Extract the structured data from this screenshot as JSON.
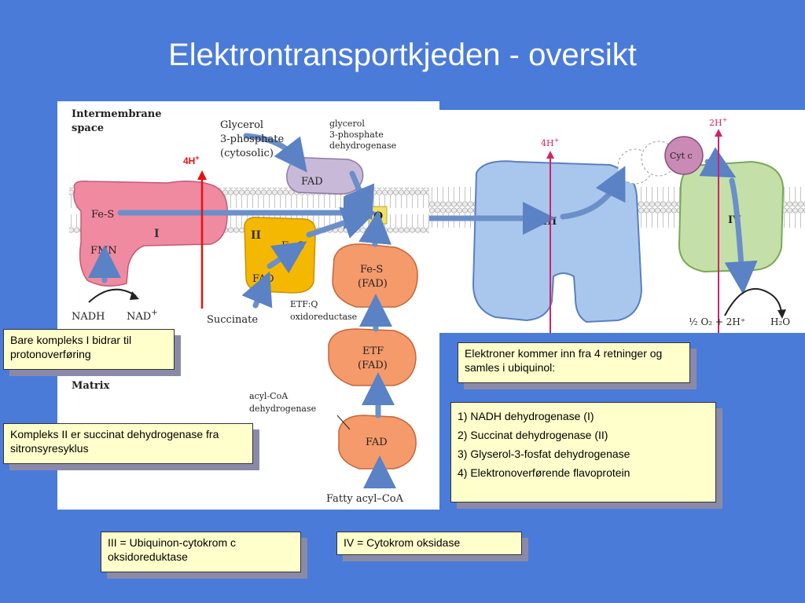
{
  "title": "Elektrontransportkjeden - oversikt",
  "diagram": {
    "intermembrane_label_1": "Intermembrane",
    "intermembrane_label_2": "space",
    "matrix_label": "Matrix",
    "proton_left": "4H",
    "proton_left_sup": "+",
    "proton_mid": "4H",
    "proton_mid_sup": "+",
    "proton_right": "2H",
    "proton_right_sup": "+",
    "glycerol_1": "Glycerol",
    "glycerol_2": "3-phosphate",
    "glycerol_3": "(cytosolic)",
    "g3pdh_1": "glycerol",
    "g3pdh_2": "3-phosphate",
    "g3pdh_3": "dehydrogenase",
    "fad_top": "FAD",
    "fes_I": "Fe-S",
    "fmn": "FMN",
    "complex_I": "I",
    "complex_II": "II",
    "fes_II": "Fe-S",
    "fad_II": "FAD",
    "q": "Q",
    "nadh": "NADH",
    "nad": "NAD",
    "nad_sup": "+",
    "succinate": "Succinate",
    "etfq_fes": "Fe-S",
    "etfq_fad": "(FAD)",
    "etfq_label_1": "ETF:Q",
    "etfq_label_2": "oxidoreductase",
    "etf": "ETF",
    "etf_fad": "(FAD)",
    "acyl_1": "acyl-CoA",
    "acyl_2": "dehydrogenase",
    "fad_bottom": "FAD",
    "fatty": "Fatty acyl–CoA",
    "complex_III": "III",
    "complex_IV": "IV",
    "cytc": "Cyt c",
    "reaction": "½ O₂ + 2H⁺",
    "water": "H₂O"
  },
  "notes": {
    "note1": "Bare kompleks I bidrar til protonoverføring",
    "note2": "Kompleks II er succinat dehydrogenase fra sitronsyresyklus",
    "note3": "Elektroner kommer inn fra 4 retninger og samles i ubiquinol:",
    "list": [
      "1) NADH dehydrogenase (I)",
      "2) Succinat dehydrogenase (II)",
      "3) Glyserol-3-fosfat dehydrogenase",
      "4) Elektronoverførende flavoprotein"
    ],
    "note5": "III = Ubiquinon-cytokrom c oksidoreduktase",
    "note6": "IV = Cytokrom oksidase"
  },
  "colors": {
    "background": "#4a7bd9",
    "note_bg": "#ffffcc",
    "complex_I": "#f08aa0",
    "complex_II": "#f5b800",
    "etf": "#f59a6a",
    "complex_III": "#a9c6ec",
    "complex_IV": "#c4e0a8",
    "cytc": "#c98ab5",
    "arrow": "#6b8fc9",
    "proton_arrow_red": "#e81010"
  }
}
